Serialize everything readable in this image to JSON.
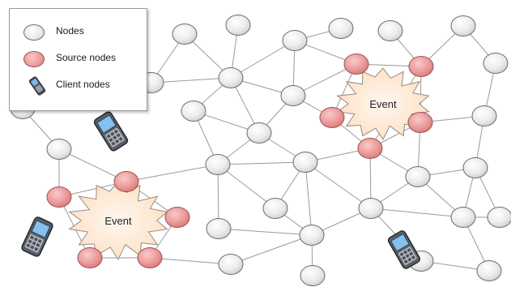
{
  "legend": {
    "items": [
      {
        "label": "Nodes",
        "icon": "node-circle-icon"
      },
      {
        "label": "Source nodes",
        "icon": "source-node-circle-icon"
      },
      {
        "label": "Client nodes",
        "icon": "mobile-phone-icon"
      }
    ]
  },
  "events": [
    {
      "label": "Event"
    },
    {
      "label": "Event"
    }
  ],
  "colors": {
    "node_fill": "#eeeeee",
    "node_stroke": "#6b6b6b",
    "source_fill": "#ec9f9f",
    "source_stroke": "#9b5151",
    "event_fill": "#fde7d3",
    "event_stroke": "#9a8a80",
    "edge": "#9a9a9a"
  }
}
